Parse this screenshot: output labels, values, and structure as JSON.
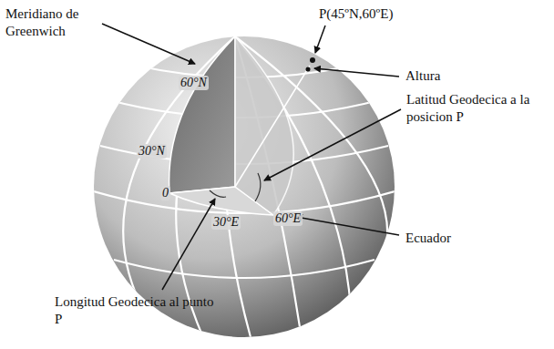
{
  "diagram": {
    "labels": [
      "Meridiano de Greenwich",
      "P(45ºN,60ºE)",
      "Altura",
      "Latitud Geodecica a la posicion P",
      "60°N",
      "30°N",
      "0",
      "30°E",
      "60°E",
      "Ecuador",
      "Longitud Geodecica al punto P"
    ]
  }
}
